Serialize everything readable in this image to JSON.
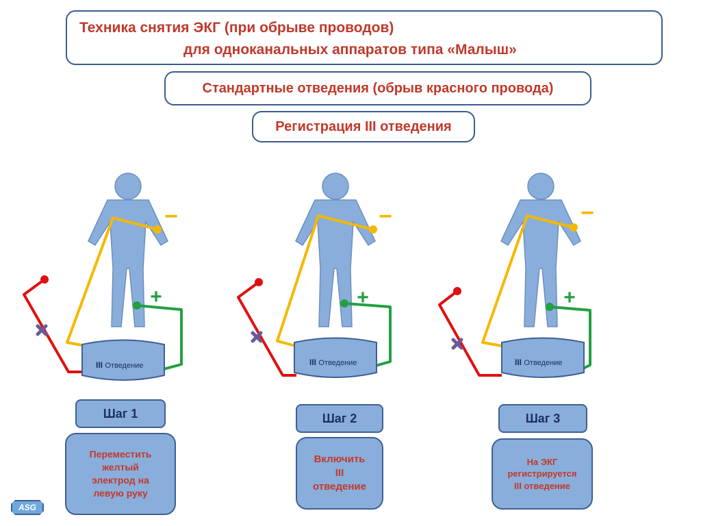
{
  "header": {
    "title_line1": "Техника снятия ЭКГ  (при обрыве проводов)",
    "title_line2": "для одноканальных аппаратов   типа «Малыш»",
    "subtitle": "Стандартные отведения  (обрыв красного провода)",
    "registration": "Регистрация III отведения"
  },
  "panels": [
    {
      "lead_roman": "III",
      "lead_word": "Отведение",
      "step_label": "Шаг 1",
      "description_lines": [
        "Переместить",
        "желтый",
        "электрод  на",
        "левую руку"
      ]
    },
    {
      "lead_roman": "III",
      "lead_word": "Отведение",
      "step_label": "Шаг 2",
      "description_lines": [
        "Включить",
        "III",
        "отведение"
      ]
    },
    {
      "lead_roman": "III",
      "lead_word": "Отведение",
      "step_label": "Шаг 3",
      "description_lines": [
        "На ЭКГ",
        "регистрируется",
        "III отведение"
      ]
    }
  ],
  "signs": {
    "minus": "−",
    "plus": "+"
  },
  "colors": {
    "accent_red": "#c0392b",
    "figure": "#8aaedb",
    "wire_yellow": "#f5b800",
    "wire_green": "#22a040",
    "wire_red": "#e01010",
    "break_mark": "#6a5a9a"
  },
  "logo": "ASG"
}
